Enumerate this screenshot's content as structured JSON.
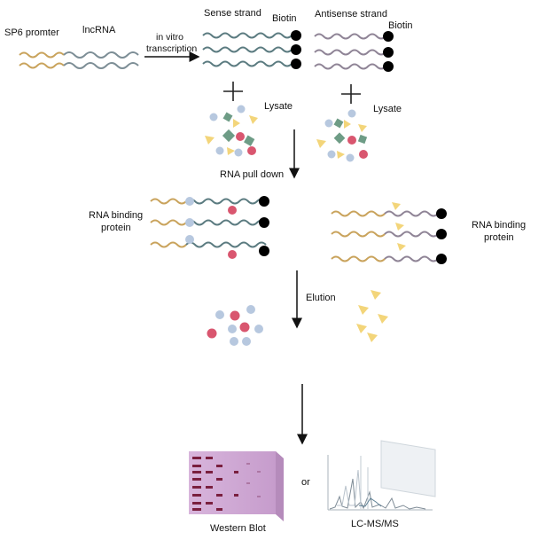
{
  "labels": {
    "promoter": "SP6 promter",
    "lncrna": "lncRNA",
    "in_vitro_1": "in vitro",
    "in_vitro_2": "transcription",
    "sense_strand": "Sense strand",
    "antisense_strand": "Antisense strand",
    "biotin_sense": "Biotin",
    "biotin_antisense": "Biotin",
    "lysate_left": "Lysate",
    "lysate_right": "Lysate",
    "pull_down": "RNA pull down",
    "rbp_left_1": "RNA binding",
    "rbp_left_2": "protein",
    "rbp_right_1": "RNA binding",
    "rbp_right_2": "protein",
    "elution": "Elution",
    "or": "or",
    "western_blot": "Western Blot",
    "lcms": "LC-MS/MS"
  },
  "colors": {
    "promoter": "#c9a35c",
    "sense_rna": "#5b7b80",
    "antisense_rna": "#8f8496",
    "biotin": "#000000",
    "protein_blue": "#b7c8df",
    "protein_red": "#d9566f",
    "protein_green": "#6e9c86",
    "protein_yellow": "#f3d57a",
    "blot": "#c49ac9"
  }
}
